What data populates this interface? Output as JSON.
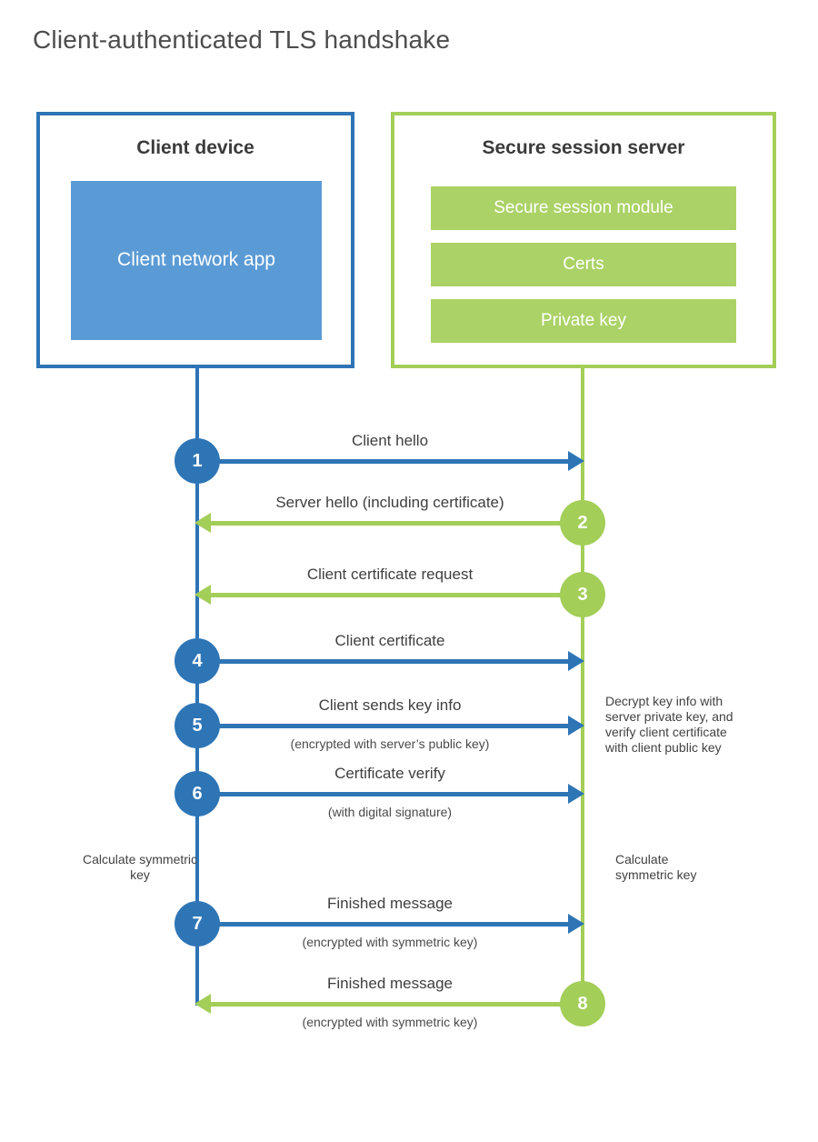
{
  "title": "Client-authenticated TLS handshake",
  "colors": {
    "blue_line": "#2e75b6",
    "blue_fill": "#5b9bd5",
    "green_line": "#a3ce58",
    "green_fill": "#abd266",
    "text": "#3f3f3f"
  },
  "client_box": {
    "title": "Client device",
    "module": "Client network app"
  },
  "server_box": {
    "title": "Secure session server",
    "modules": [
      "Secure session module",
      "Certs",
      "Private key"
    ]
  },
  "steps": [
    {
      "num": "1",
      "label": "Client hello",
      "sub": "",
      "direction": "right"
    },
    {
      "num": "2",
      "label": "Server hello (including certificate)",
      "sub": "",
      "direction": "left"
    },
    {
      "num": "3",
      "label": "Client certificate request",
      "sub": "",
      "direction": "left"
    },
    {
      "num": "4",
      "label": "Client certificate",
      "sub": "",
      "direction": "right"
    },
    {
      "num": "5",
      "label": "Client sends key info",
      "sub": "(encrypted with server’s public key)",
      "direction": "right"
    },
    {
      "num": "6",
      "label": "Certificate verify",
      "sub": "(with digital signature)",
      "direction": "right"
    },
    {
      "num": "7",
      "label": "Finished message",
      "sub": "(encrypted with symmetric key)",
      "direction": "right"
    },
    {
      "num": "8",
      "label": "Finished message",
      "sub": "(encrypted with symmetric key)",
      "direction": "left"
    }
  ],
  "annotations": {
    "decrypt_note": "Decrypt key info with server private key, and verify client certificate with client public key",
    "calculate_left": "Calculate symmetric key",
    "calculate_right": "Calculate symmetric key"
  }
}
